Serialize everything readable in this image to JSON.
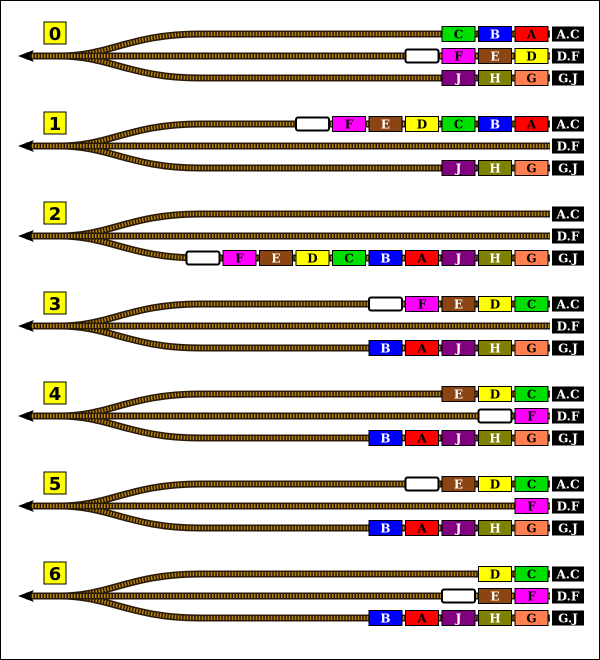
{
  "track_labels": [
    "A.C",
    "D.F",
    "G.J"
  ],
  "colors": {
    "A": "#ff0000",
    "B": "#0000ff",
    "C": "#00e000",
    "D": "#ffff00",
    "E": "#8b4513",
    "F": "#ff00ff",
    "G": "#ff7f50",
    "H": "#808000",
    "J": "#800080",
    "engine": "#ffffff",
    "step_badge": "#ffff00",
    "rail": "#2a1a0a",
    "tie": "#b8860b"
  },
  "steps": [
    {
      "label": "0",
      "tracks": [
        [
          "A",
          "B",
          "C"
        ],
        [
          "D",
          "E",
          "F",
          "engine"
        ],
        [
          "G",
          "H",
          "J"
        ]
      ]
    },
    {
      "label": "1",
      "tracks": [
        [
          "A",
          "B",
          "C",
          "D",
          "E",
          "F",
          "engine"
        ],
        [],
        [
          "G",
          "H",
          "J"
        ]
      ]
    },
    {
      "label": "2",
      "tracks": [
        [],
        [],
        [
          "G",
          "H",
          "J",
          "A",
          "B",
          "C",
          "D",
          "E",
          "F",
          "engine"
        ]
      ]
    },
    {
      "label": "3",
      "tracks": [
        [
          "C",
          "D",
          "E",
          "F",
          "engine"
        ],
        [],
        [
          "G",
          "H",
          "J",
          "A",
          "B"
        ]
      ]
    },
    {
      "label": "4",
      "tracks": [
        [
          "C",
          "D",
          "E"
        ],
        [
          "F",
          "engine"
        ],
        [
          "G",
          "H",
          "J",
          "A",
          "B"
        ]
      ]
    },
    {
      "label": "5",
      "tracks": [
        [
          "C",
          "D",
          "E",
          "engine"
        ],
        [
          "F"
        ],
        [
          "G",
          "H",
          "J",
          "A",
          "B"
        ]
      ]
    },
    {
      "label": "6",
      "tracks": [
        [
          "C",
          "D"
        ],
        [
          "F",
          "E",
          "engine"
        ],
        [
          "G",
          "H",
          "J",
          "A",
          "B"
        ]
      ]
    }
  ]
}
